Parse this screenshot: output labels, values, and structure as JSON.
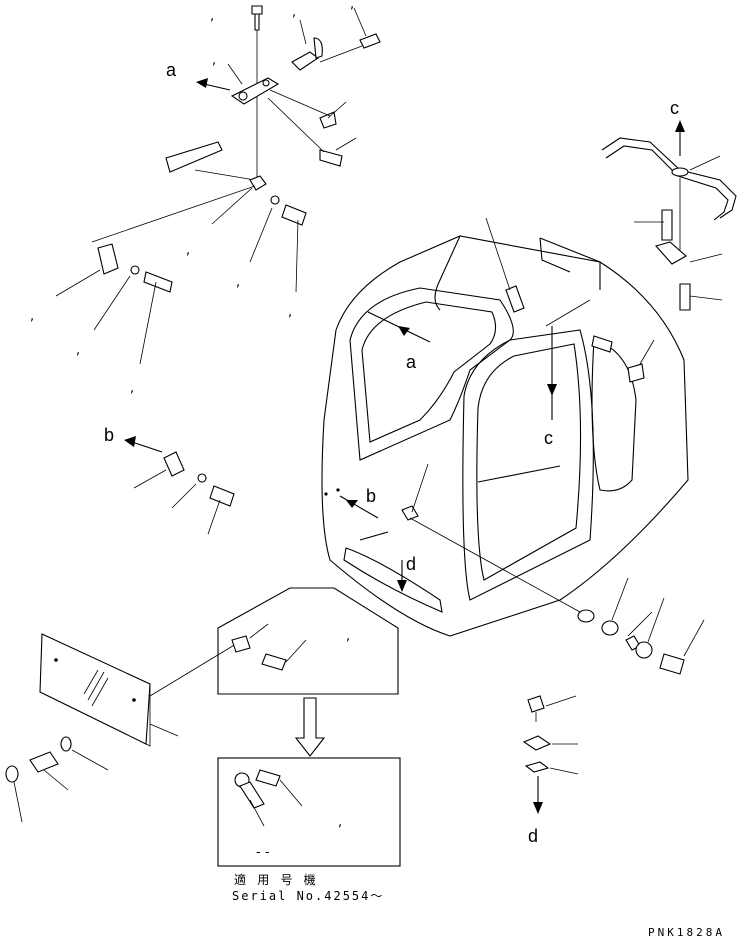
{
  "labels": {
    "a_top": "a",
    "a_cab": "a",
    "b_left": "b",
    "b_cab": "b",
    "c_top": "c",
    "c_cab": "c",
    "d_cab": "d",
    "d_bottom": "d"
  },
  "applicability": {
    "jp": "適 用 号 機",
    "serial": "Serial No.42554～"
  },
  "dash_mark": "- -",
  "drawing_code": "PNK1828A"
}
